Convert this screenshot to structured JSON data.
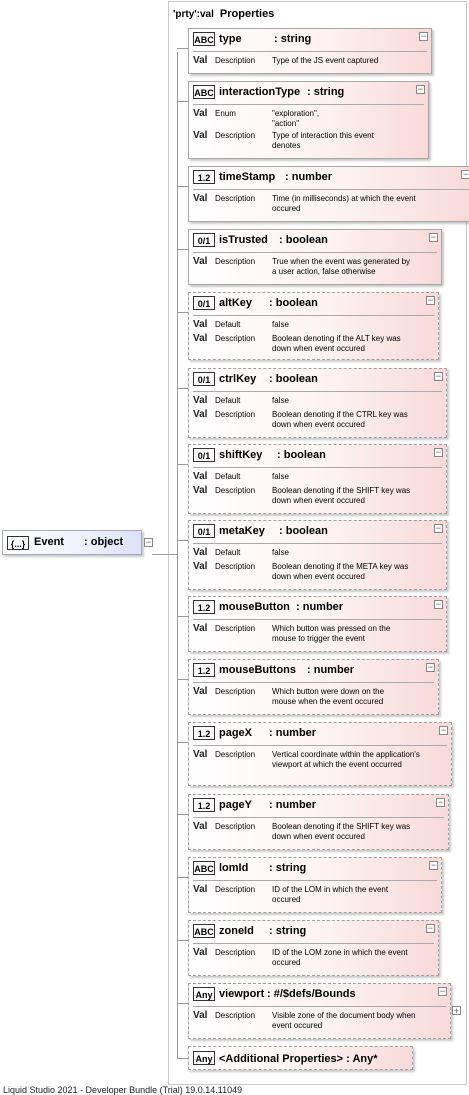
{
  "header": {
    "prefix": "'prty':val",
    "title": "Properties"
  },
  "root": {
    "badge": "{...}",
    "name": "Event",
    "type": ": object",
    "collapse_symbol": "−"
  },
  "collapse_symbol": "−",
  "expand_symbol": "+",
  "val_label": "Val",
  "properties": [
    {
      "badge": "ABC",
      "name": "type",
      "type": ": string",
      "style": "solid",
      "rows": [
        {
          "label": "Description",
          "value": "Type of the JS event captured"
        }
      ]
    },
    {
      "badge": "ABC",
      "name": "interactionType",
      "type": ": string",
      "style": "solid",
      "rows": [
        {
          "label": "Enum",
          "value": "\"exploration\",\n\"action\""
        },
        {
          "label": "Description",
          "value": "Type of interaction this event\ndenotes"
        }
      ]
    },
    {
      "badge": "1.2",
      "name": "timeStamp",
      "type": ": number",
      "style": "solid",
      "rows": [
        {
          "label": "Description",
          "value": "Time (in milliseconds) at which the event\noccured"
        }
      ]
    },
    {
      "badge": "0/1",
      "name": "isTrusted",
      "type": ": boolean",
      "style": "solid",
      "rows": [
        {
          "label": "Description",
          "value": "True when the event was generated by\na user action, false otherwise"
        }
      ]
    },
    {
      "badge": "0/1",
      "name": "altKey",
      "type": ": boolean",
      "style": "dashed",
      "rows": [
        {
          "label": "Default",
          "value": "false"
        },
        {
          "label": "Description",
          "value": "Boolean denoting if the ALT key was\ndown when event occured"
        }
      ]
    },
    {
      "badge": "0/1",
      "name": "ctrlKey",
      "type": ": boolean",
      "style": "dashed",
      "rows": [
        {
          "label": "Default",
          "value": "false"
        },
        {
          "label": "Description",
          "value": "Boolean denoting if the CTRL key was\ndown when event occured"
        }
      ]
    },
    {
      "badge": "0/1",
      "name": "shiftKey",
      "type": ": boolean",
      "style": "dashed",
      "rows": [
        {
          "label": "Default",
          "value": "false"
        },
        {
          "label": "Description",
          "value": "Boolean denoting if the SHIFT key was\ndown when event occured"
        }
      ]
    },
    {
      "badge": "0/1",
      "name": "metaKey",
      "type": ": boolean",
      "style": "dashed",
      "rows": [
        {
          "label": "Default",
          "value": "false"
        },
        {
          "label": "Description",
          "value": "Boolean denoting if the META key was\ndown when event occured"
        }
      ]
    },
    {
      "badge": "1.2",
      "name": "mouseButton",
      "type": ": number",
      "style": "dashed",
      "rows": [
        {
          "label": "Description",
          "value": "Which button was pressed on the\nmouse to trigger the event"
        }
      ]
    },
    {
      "badge": "1.2",
      "name": "mouseButtons",
      "type": ": number",
      "style": "dashed",
      "rows": [
        {
          "label": "Description",
          "value": "Which button were down on the\nmouse when the event occured"
        }
      ]
    },
    {
      "badge": "1.2",
      "name": "pageX",
      "type": ": number",
      "style": "dashed",
      "rows": [
        {
          "label": "Description",
          "value": "Vertical coordinate within the application's\nviewport at which the event occurred"
        }
      ]
    },
    {
      "badge": "1.2",
      "name": "pageY",
      "type": ": number",
      "style": "dashed",
      "rows": [
        {
          "label": "Description",
          "value": "Boolean denoting if the SHIFT key was\ndown when event occured"
        }
      ]
    },
    {
      "badge": "ABC",
      "name": "lomId",
      "type": ": string",
      "style": "dashed",
      "rows": [
        {
          "label": "Description",
          "value": "ID of the LOM in which the event\noccured"
        }
      ]
    },
    {
      "badge": "ABC",
      "name": "zoneId",
      "type": ": string",
      "style": "dashed",
      "rows": [
        {
          "label": "Description",
          "value": "ID of the LOM zone in which the event\noccured"
        }
      ]
    },
    {
      "badge": "Any",
      "name": "viewport",
      "type": ": #/$defs/Bounds",
      "style": "dashed",
      "rows": [
        {
          "label": "Description",
          "value": "Visible zone of the document body when\nevent occured"
        }
      ]
    }
  ],
  "additional": {
    "badge": "Any",
    "label": "<Additional Properties> : Any*"
  },
  "footer": "Liquid Studio 2021 - Developer Bundle (Trial) 19.0.14.11049",
  "colors": {
    "card_end": "#f8dada",
    "object_end": "#dde1f6",
    "connector": "#9a9a9a"
  }
}
